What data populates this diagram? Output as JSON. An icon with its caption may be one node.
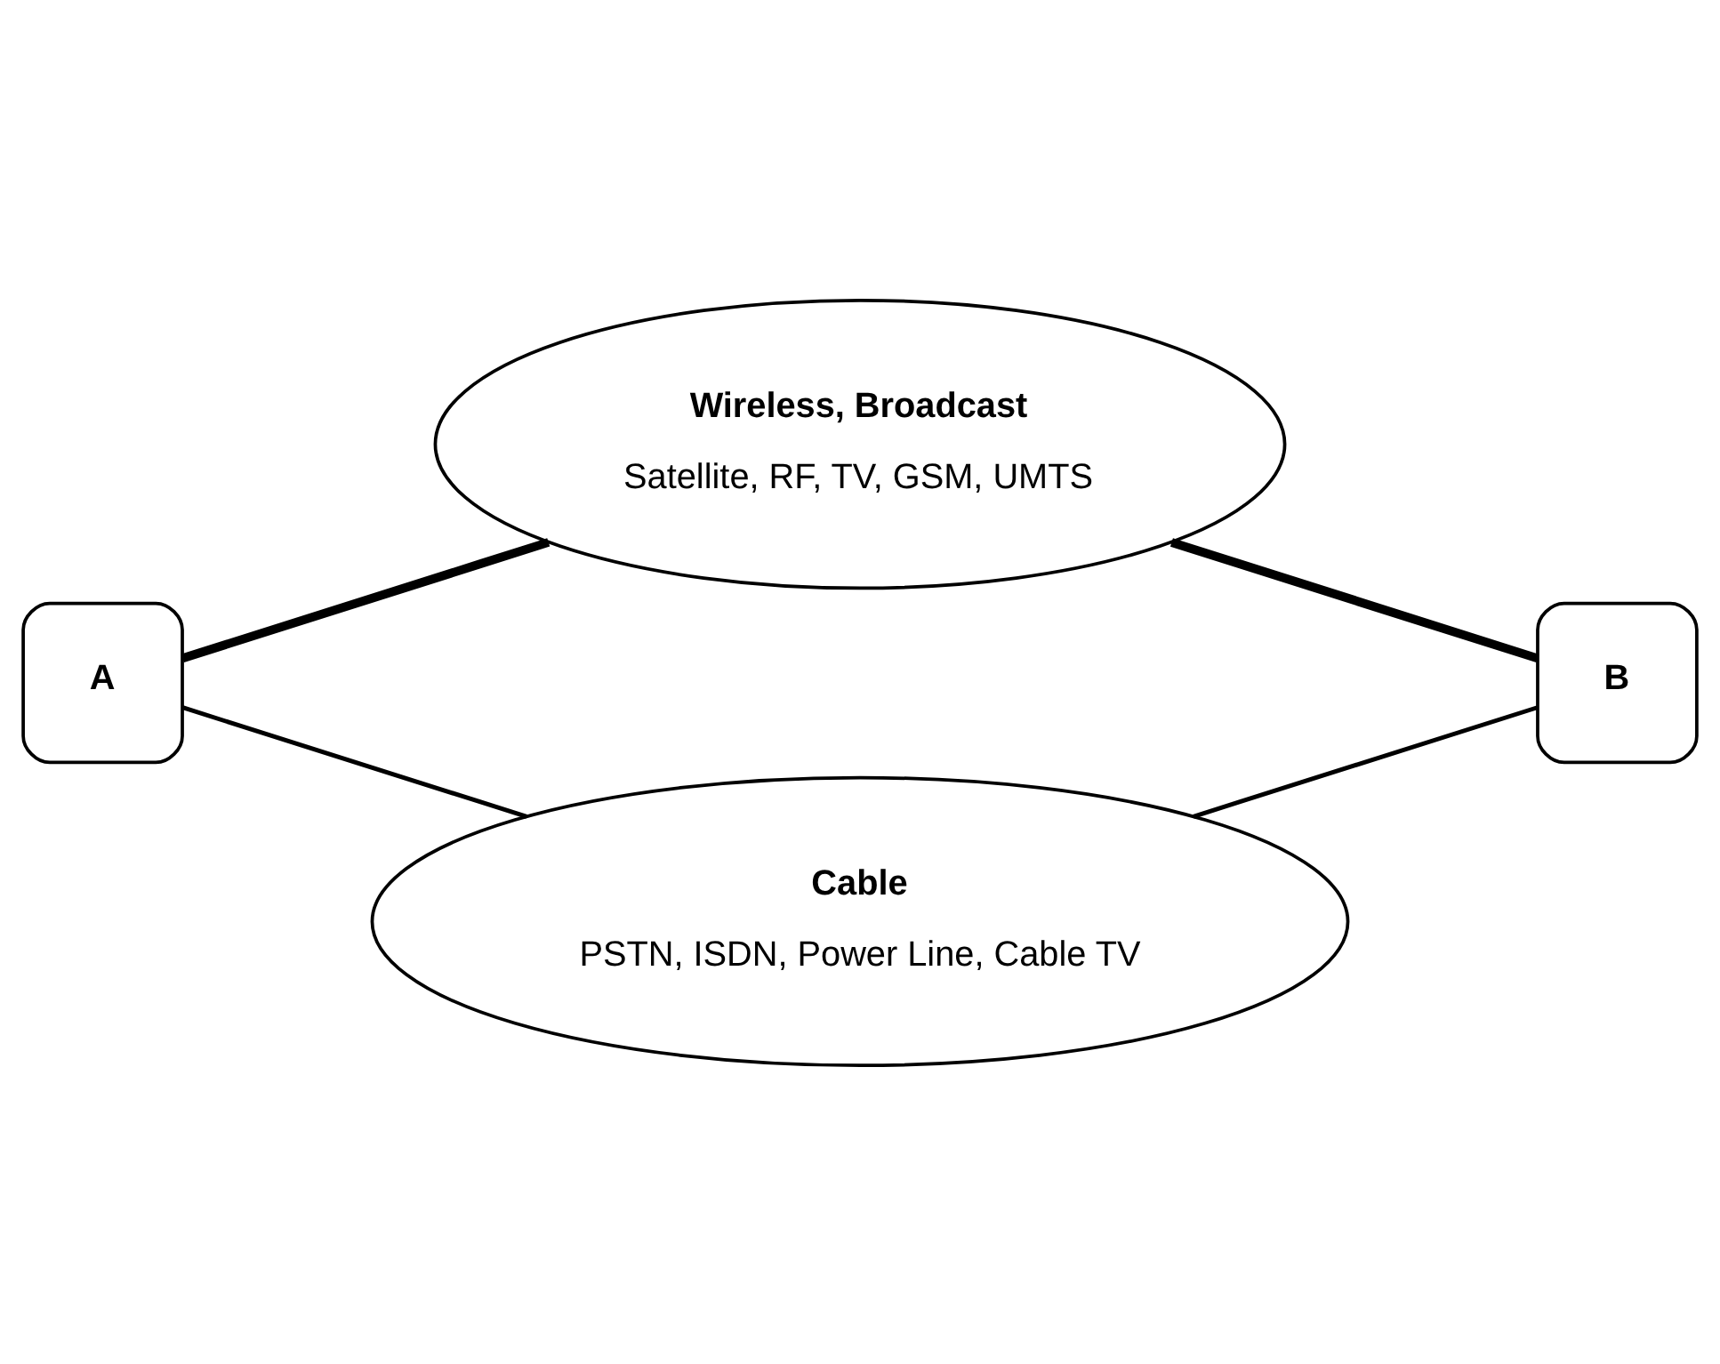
{
  "diagram": {
    "nodes": [
      {
        "text": [
          "Wireless, Broadcast",
          "Satellite, RF, TV, GSM, UMTS"
        ]
      },
      {
        "text": [
          "A"
        ]
      },
      {
        "text": [
          "B"
        ]
      },
      {
        "text": [
          "Cable",
          "PSTN, ISDN, Power Line, Cable TV"
        ]
      }
    ],
    "edges": [
      {
        "from": 1,
        "to": 0,
        "arrow": "none",
        "style": "thick"
      },
      {
        "from": 0,
        "to": 2,
        "arrow": "none",
        "style": "thick"
      },
      {
        "from": 1,
        "to": 3,
        "arrow": "none"
      },
      {
        "from": 3,
        "to": 2,
        "arrow": "none"
      }
    ]
  }
}
